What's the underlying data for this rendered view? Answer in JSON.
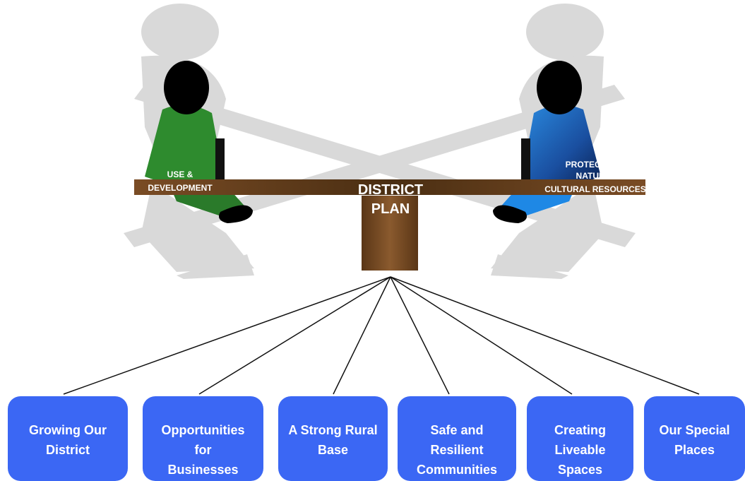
{
  "seesaw": {
    "left_label_line1": "USE &",
    "left_label_line2": "DEVELOPMENT",
    "center_label_line1": "DISTRICT",
    "center_label_line2": "PLAN",
    "right_label_line1": "PROTECTION OF",
    "right_label_line2": "NATURAL &",
    "right_label_line3": "CULTURAL RESOURCES"
  },
  "outcomes": [
    {
      "label": "Growing Our District"
    },
    {
      "label": "Opportunities for Businesses"
    },
    {
      "label": "A Strong Rural Base"
    },
    {
      "label": "Safe and Resilient Communities"
    },
    {
      "label": "Creating Liveable Spaces"
    },
    {
      "label": "Our Special Places"
    }
  ],
  "colors": {
    "plank": "#6b4421",
    "fulcrum": "#6b4421",
    "left_figure": "#2e8b2e",
    "right_figure": "#1565c0",
    "shadow": "#d9d9d9",
    "box": "#3b67f4"
  }
}
